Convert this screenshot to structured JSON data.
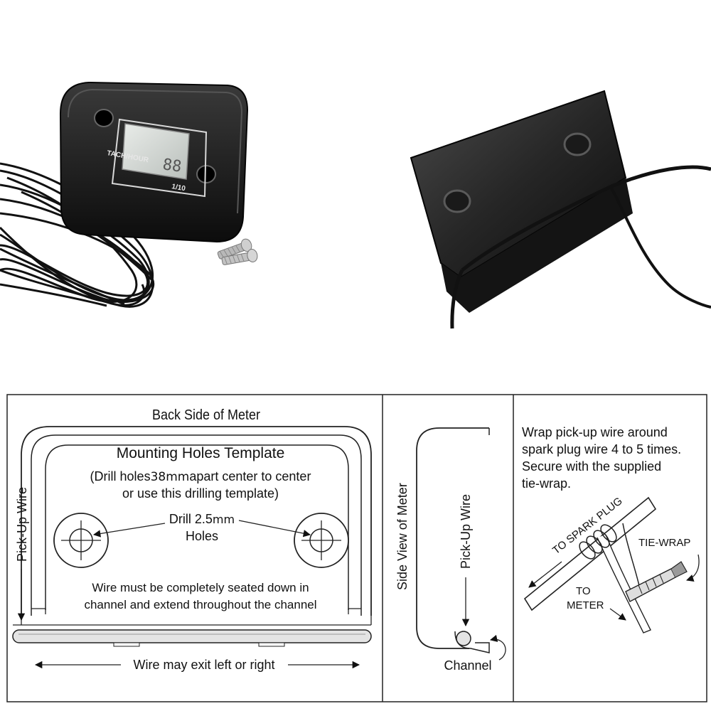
{
  "product": {
    "front_screen_label": "TACH/HOUR",
    "front_scale_label": "1/10"
  },
  "diagram": {
    "back": {
      "title": "Back Side of Meter",
      "template_title": "Mounting Holes Template",
      "drill_line1_pre": "(Drill holes",
      "drill_line1_value": "38mm",
      "drill_line1_post": "apart center to center",
      "drill_line2": "or use this drilling template)",
      "drill_label_line1_pre": "Drill 2.5",
      "drill_label_line1_unit": "mm",
      "drill_label_line2": "Holes",
      "wire_note_line1": "Wire must be completely seated down in",
      "wire_note_line2": "channel and extend throughout the channel",
      "pickup_label": "Pick-Up Wire",
      "exit_label": "Wire may exit left or right"
    },
    "side": {
      "title": "Side View of Meter",
      "pickup_label": "Pick-Up Wire",
      "channel_label": "Channel"
    },
    "wrap": {
      "instructions": [
        "Wrap pick-up wire around",
        "spark plug wire 4 to 5 times.",
        "Secure with the supplied",
        "tie-wrap."
      ],
      "to_spark_plug": "TO SPARK PLUG",
      "tie_wrap": "TIE-WRAP",
      "to_meter_line1": "TO",
      "to_meter_line2": "METER"
    }
  }
}
